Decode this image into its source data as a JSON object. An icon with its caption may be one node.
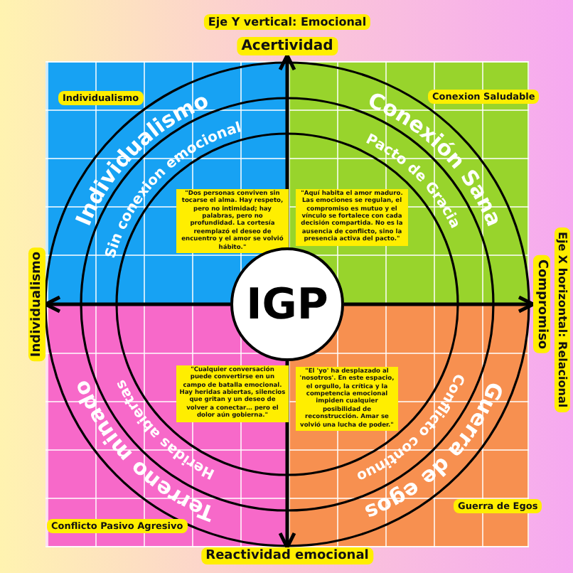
{
  "diagram": {
    "nodes": [
      {
        "text": [
          "IGP"
        ]
      },
      {
        "text": [
          "Acertividad"
        ]
      },
      {
        "text": [
          "Individualismo"
        ]
      },
      {
        "text": [
          "Compromiso"
        ]
      },
      {
        "text": [
          "Reactividad emocional"
        ]
      },
      {
        "text": [
          "Individualismo",
          "Individualismo",
          "Sin conexion emocional",
          "\"Dos personas conviven sin tocarse el alma. Hay respeto, pero no intimidad; hay palabras, pero no profundidad. La cortesía reemplazó el deseo de encuentro y el amor se volvió hábito.\""
        ]
      },
      {
        "text": [
          "Conexion Saludable",
          "Conexión Sana",
          "Pacto de Gracia",
          "\"Aquí habita el amor maduro. Las emociones se regulan, el compromiso es mutuo y el vínculo se fortalece con cada decisión compartida. No es la ausencia de conflicto, sino la presencia activa del pacto.\""
        ]
      },
      {
        "text": [
          "Conflicto Pasivo Agresivo",
          "Terreno minado",
          "Heridas abiertas",
          "\"Cualquier conversación puede convertirse en un campo de batalla emocional. Hay heridas abiertas, silencios que gritan y un deseo de volver a conectar… pero el dolor aún gobierna.\""
        ]
      },
      {
        "text": [
          "Guerra de Egos",
          "Guerra de egos",
          "Conflicto continuo",
          "\"El 'yo' ha desplazado al 'nosotros'. En este espacio, el orgullo, la crítica y la competencia emocional impiden cualquier posibilidad de reconstrucción. Amar se volvió una lucha de poder.\""
        ]
      }
    ],
    "edges": [
      {
        "from": 0,
        "to": 1,
        "arrow": "to"
      },
      {
        "from": 0,
        "to": 2,
        "arrow": "to"
      },
      {
        "from": 0,
        "to": 3,
        "arrow": "to"
      },
      {
        "from": 0,
        "to": 4,
        "arrow": "to"
      }
    ],
    "labels": [
      "Eje Y vertical: Emocional",
      "Eje X horizontal: Relacional"
    ]
  }
}
